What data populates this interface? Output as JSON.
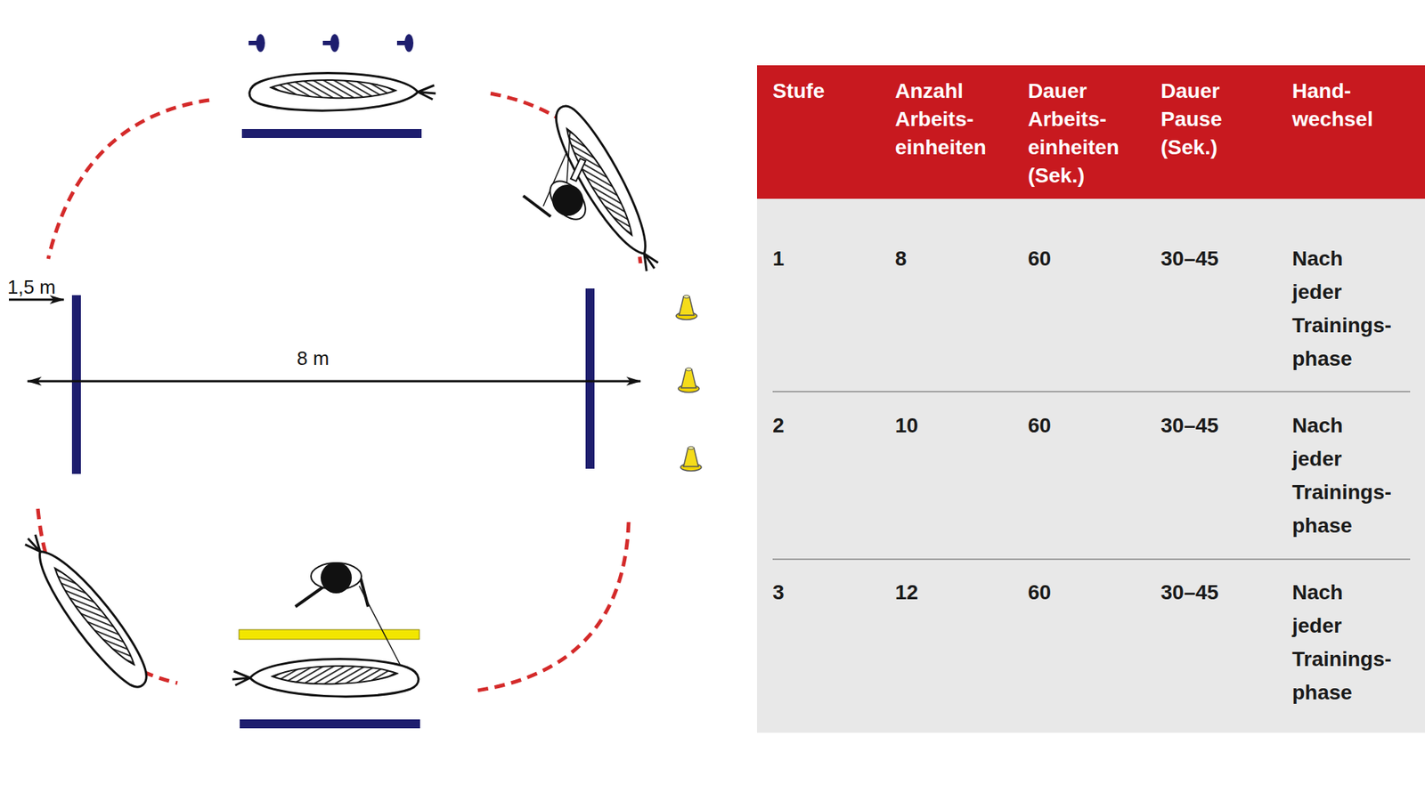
{
  "diagram": {
    "labels": [
      "1,5 m",
      "8 m",
      "Stufe",
      "Anzahl Arbeits- einheiten",
      "Dauer Arbeits- einheiten (Sek.)",
      "Dauer Pause (Sek.)",
      "Hand- wechsel",
      "1",
      "8",
      "60",
      "30–45",
      "Nach jeder Trainings- phase",
      "2",
      "10",
      "60",
      "30–45",
      "Nach jeder Trainings- phase",
      "3",
      "12",
      "60",
      "30–45",
      "Nach jeder Trainings- phase"
    ]
  }
}
